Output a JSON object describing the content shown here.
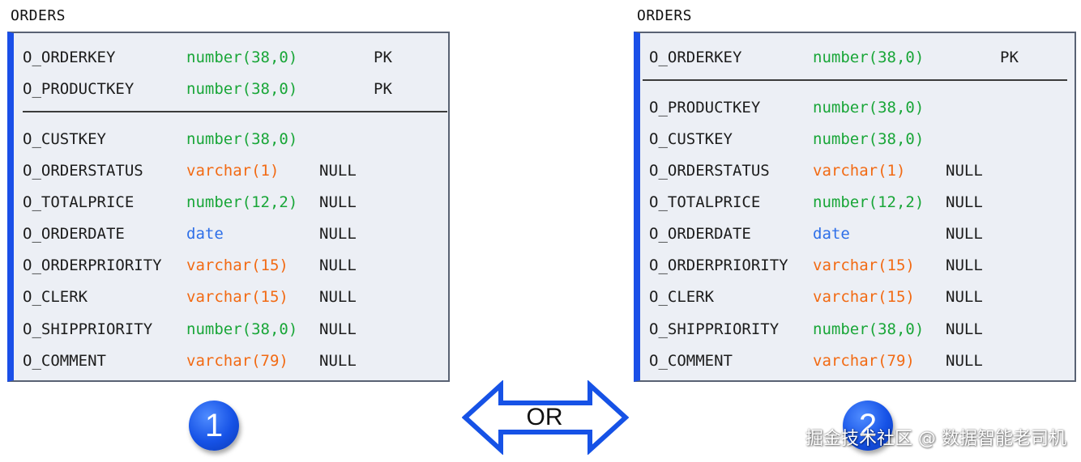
{
  "diagrams": [
    {
      "title": "ORDERS",
      "badge": "1",
      "rows": [
        {
          "name": "O_ORDERKEY",
          "type": "number(38,0)",
          "type_kind": "number",
          "nullable": "",
          "key": "PK"
        },
        {
          "name": "O_PRODUCTKEY",
          "type": "number(38,0)",
          "type_kind": "number",
          "nullable": "",
          "key": "PK"
        },
        {
          "name": "O_CUSTKEY",
          "type": "number(38,0)",
          "type_kind": "number",
          "nullable": "",
          "key": ""
        },
        {
          "name": "O_ORDERSTATUS",
          "type": "varchar(1)",
          "type_kind": "varchar",
          "nullable": "NULL",
          "key": ""
        },
        {
          "name": "O_TOTALPRICE",
          "type": "number(12,2)",
          "type_kind": "number",
          "nullable": "NULL",
          "key": ""
        },
        {
          "name": "O_ORDERDATE",
          "type": "date",
          "type_kind": "date",
          "nullable": "NULL",
          "key": ""
        },
        {
          "name": "O_ORDERPRIORITY",
          "type": "varchar(15)",
          "type_kind": "varchar",
          "nullable": "NULL",
          "key": ""
        },
        {
          "name": "O_CLERK",
          "type": "varchar(15)",
          "type_kind": "varchar",
          "nullable": "NULL",
          "key": ""
        },
        {
          "name": "O_SHIPPRIORITY",
          "type": "number(38,0)",
          "type_kind": "number",
          "nullable": "NULL",
          "key": ""
        },
        {
          "name": "O_COMMENT",
          "type": "varchar(79)",
          "type_kind": "varchar",
          "nullable": "NULL",
          "key": ""
        }
      ]
    },
    {
      "title": "ORDERS",
      "badge": "2",
      "rows": [
        {
          "name": "O_ORDERKEY",
          "type": "number(38,0)",
          "type_kind": "number",
          "nullable": "",
          "key": "PK"
        },
        {
          "name": "O_PRODUCTKEY",
          "type": "number(38,0)",
          "type_kind": "number",
          "nullable": "",
          "key": ""
        },
        {
          "name": "O_CUSTKEY",
          "type": "number(38,0)",
          "type_kind": "number",
          "nullable": "",
          "key": ""
        },
        {
          "name": "O_ORDERSTATUS",
          "type": "varchar(1)",
          "type_kind": "varchar",
          "nullable": "NULL",
          "key": ""
        },
        {
          "name": "O_TOTALPRICE",
          "type": "number(12,2)",
          "type_kind": "number",
          "nullable": "NULL",
          "key": ""
        },
        {
          "name": "O_ORDERDATE",
          "type": "date",
          "type_kind": "date",
          "nullable": "NULL",
          "key": ""
        },
        {
          "name": "O_ORDERPRIORITY",
          "type": "varchar(15)",
          "type_kind": "varchar",
          "nullable": "NULL",
          "key": ""
        },
        {
          "name": "O_CLERK",
          "type": "varchar(15)",
          "type_kind": "varchar",
          "nullable": "NULL",
          "key": ""
        },
        {
          "name": "O_SHIPPRIORITY",
          "type": "number(38,0)",
          "type_kind": "number",
          "nullable": "NULL",
          "key": ""
        },
        {
          "name": "O_COMMENT",
          "type": "varchar(79)",
          "type_kind": "varchar",
          "nullable": "NULL",
          "key": ""
        }
      ]
    }
  ],
  "connector": {
    "label": "OR",
    "icon": "double-arrow-icon"
  },
  "watermark": "掘金技术社区 @ 数据智能老司机",
  "colors": {
    "number": "#19a638",
    "varchar": "#f26a13",
    "date": "#2e6fe8",
    "accent": "#1a4fe8",
    "border": "#596273",
    "panel": "#eceff5"
  }
}
